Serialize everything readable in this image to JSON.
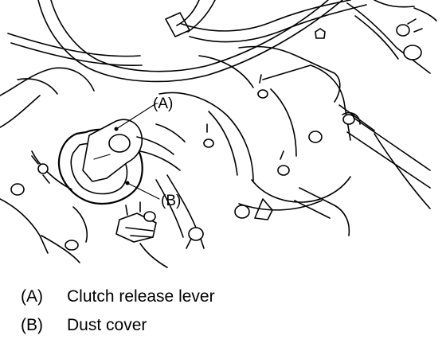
{
  "callouts": [
    {
      "letter": "(A)",
      "label": "Clutch release lever"
    },
    {
      "letter": "(B)",
      "label": "Dust cover"
    }
  ]
}
